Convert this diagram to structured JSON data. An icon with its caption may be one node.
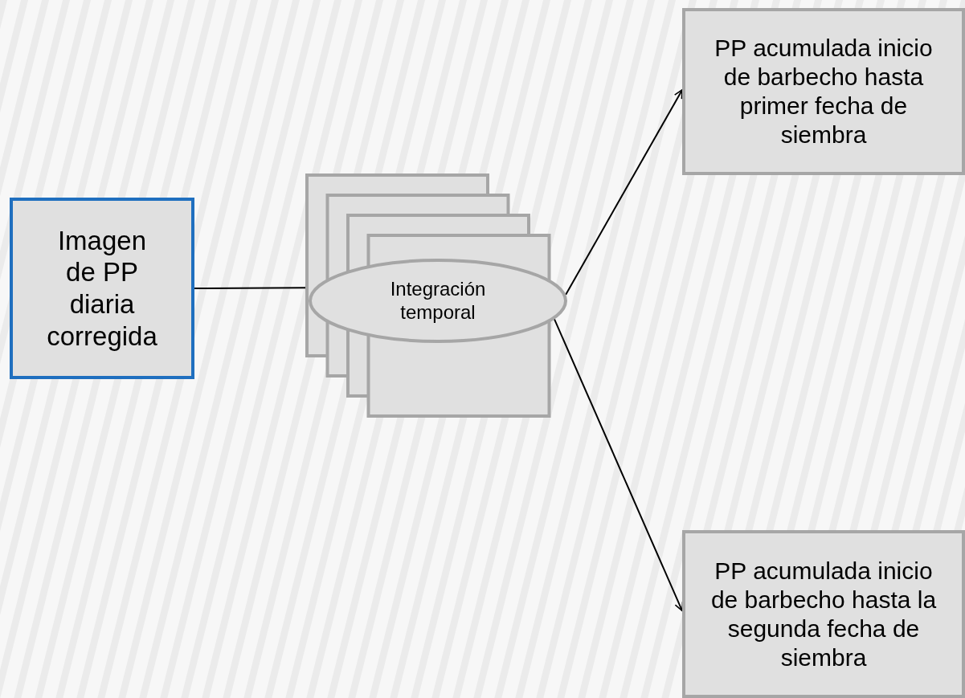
{
  "diagram": {
    "nodes": [
      {
        "text": [
          "Imagen de PP diaria corregida"
        ]
      },
      {
        "text": [],
        "shape": "box"
      },
      {
        "text": [
          "Integración temporal"
        ]
      },
      {
        "text": [
          "PP acumulada inicio de barbecho hasta primer fecha de siembra"
        ]
      },
      {
        "text": [
          "PP acumulada inicio de barbecho hasta la segunda fecha de siembra"
        ]
      }
    ],
    "edges": [
      {
        "from": 0,
        "to": 1,
        "arrow": "none"
      },
      {
        "from": 2,
        "to": 3,
        "arrow": "to"
      },
      {
        "from": 2,
        "to": 4,
        "arrow": "to"
      }
    ]
  }
}
